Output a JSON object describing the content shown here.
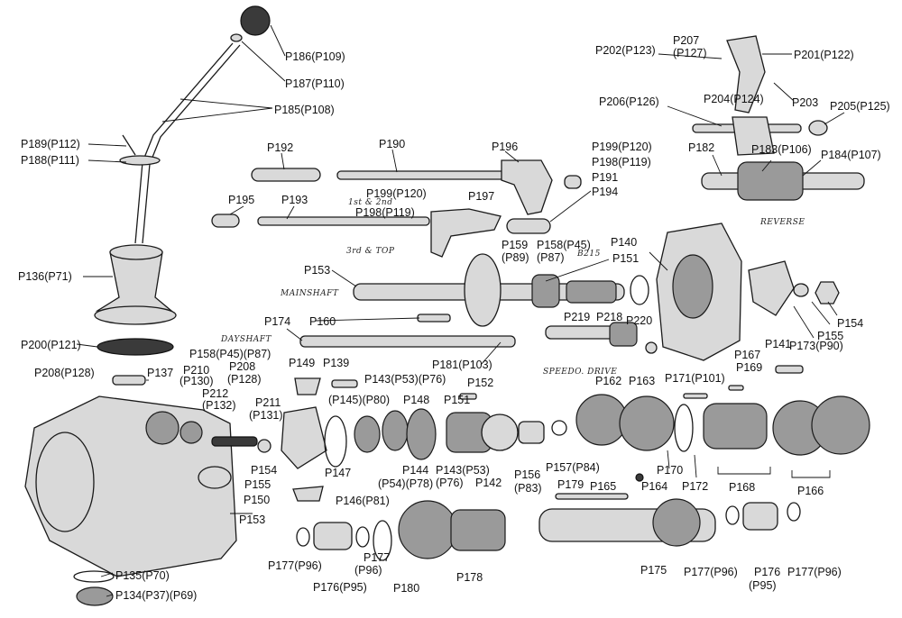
{
  "labels": [
    "P186(P109)",
    "P187(P110)",
    "P185(P108)",
    "P189(P112)",
    "P188(P111)",
    "P192",
    "P190",
    "P196",
    "P199(P120)",
    "P198(P119)",
    "P191",
    "P194",
    "P195",
    "P193",
    "P199(P120)",
    "P198(P119)",
    "P197",
    "P202(P123)",
    "P207",
    "(P127)",
    "P201(P122)",
    "P206(P126)",
    "P204(P124)",
    "P203",
    "P205(P125)",
    "P182",
    "P183(P106)",
    "P184(P107)",
    "P136(P71)",
    "P153",
    "P159",
    "(P89)",
    "P158(P45)",
    "(P87)",
    "P140",
    "P151",
    "P174",
    "P160",
    "P219",
    "P218",
    "P220",
    "P200(P121)",
    "P158(P45)(P87)",
    "P208(P128)",
    "P137",
    "P210",
    "(P130)",
    "P212",
    "(P132)",
    "P208",
    "(P128)",
    "P149",
    "P139",
    "P143(P53)(P76)",
    "P181(P103)",
    "P152",
    "(P145)(P80)",
    "P148",
    "P151",
    "P211",
    "(P131)",
    "P162",
    "P163",
    "P171(P101)",
    "P169",
    "P167",
    "P141",
    "P173(P90)",
    "P155",
    "P154",
    "P147",
    "P146(P81)",
    "P144",
    "(P54)(P78)",
    "P143(P53)",
    "(P76)",
    "P142",
    "P156",
    "(P83)",
    "P157(P84)",
    "P179",
    "P165",
    "P164",
    "P170",
    "P172",
    "P168",
    "P166",
    "P154",
    "P155",
    "P150",
    "P153",
    "P135(P70)",
    "P134(P37)(P69)",
    "P177(P96)",
    "P176(P95)",
    "P177",
    "(P96)",
    "P180",
    "P178",
    "P175",
    "P177(P96)",
    "P176",
    "(P95)",
    "P177(P96)"
  ],
  "handwritten": [
    "1st & 2nd",
    "3rd & TOP",
    "MAINSHAFT",
    "DAYSHAFT",
    "SPEEDO. DRIVE",
    "REVERSE",
    "B215"
  ]
}
